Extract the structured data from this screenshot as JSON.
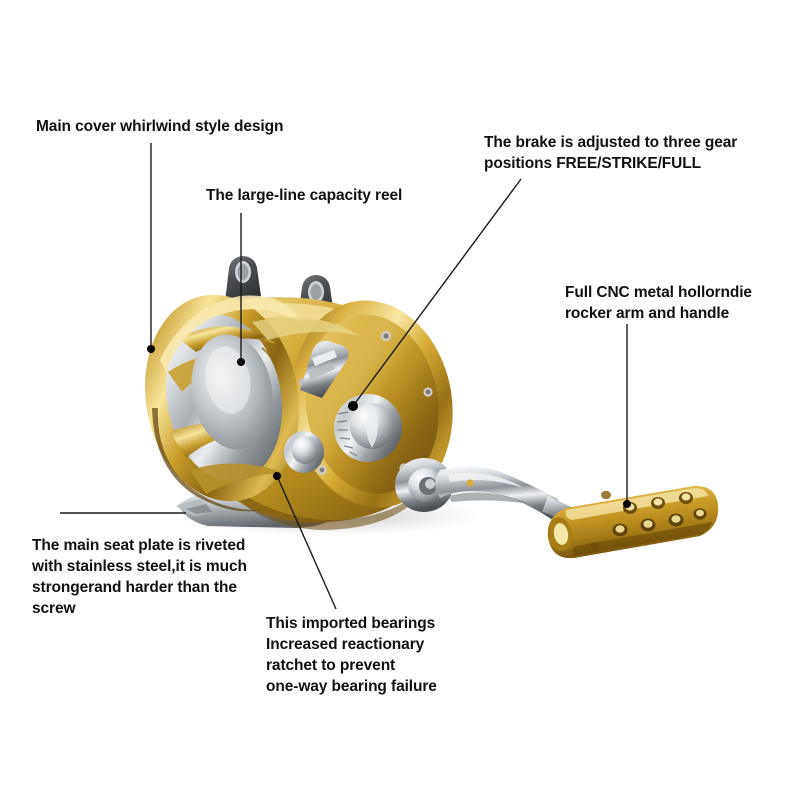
{
  "figure": {
    "subject": "trolling fishing reel",
    "background_color": "#ffffff",
    "text_color": "#111111",
    "leader_line_color": "#1a1a1a",
    "leader_dot_color": "#000000"
  },
  "callouts": [
    {
      "id": "main-cover",
      "text": "Main cover whirlwind style design",
      "anchor": "left gold side plate rim"
    },
    {
      "id": "capacity",
      "text": "The large-line capacity reel",
      "anchor": "silver spool through side plate cutout"
    },
    {
      "id": "brake",
      "text": "The brake is adjusted to three gear\npositions FREE/STRIKE/FULL",
      "anchor": "drag preset lever"
    },
    {
      "id": "handle",
      "text": "Full CNC metal hollorndie\nrocker arm and handle",
      "anchor": "gold drilled handle knob"
    },
    {
      "id": "seat-plate",
      "text": "The main seat plate is riveted\nwith stainless steel,it is much\nstrongerand harder than the\nscrew",
      "anchor": "stainless reel foot"
    },
    {
      "id": "bearings",
      "text": "This imported bearings\nIncreased reactionary\nratchet to prevent\none-way bearing failure",
      "anchor": "lower gold frame near bearing housing"
    }
  ],
  "product_colors": {
    "gold_light": "#f0d46a",
    "gold_mid": "#d9a932",
    "gold_dark": "#8a6312",
    "gold_deep": "#5c4109",
    "chrome_light": "#f4f5f6",
    "chrome_mid": "#b9bcc0",
    "chrome_dark": "#6d7276",
    "lug_dark": "#4c4f52"
  }
}
